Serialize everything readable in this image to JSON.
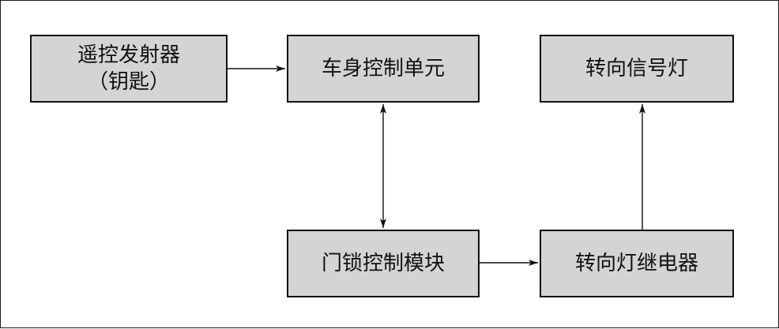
{
  "diagram": {
    "nodes": {
      "remote": {
        "line1": "遥控发射器",
        "line2": "（钥匙）"
      },
      "bcm": {
        "label": "车身控制单元"
      },
      "signal": {
        "label": "转向信号灯"
      },
      "doorlock": {
        "label": "门锁控制模块"
      },
      "relay": {
        "label": "转向灯继电器"
      }
    },
    "edges": [
      {
        "from": "remote",
        "to": "bcm",
        "direction": "forward"
      },
      {
        "from": "bcm",
        "to": "doorlock",
        "direction": "bidirectional"
      },
      {
        "from": "doorlock",
        "to": "relay",
        "direction": "forward"
      },
      {
        "from": "relay",
        "to": "signal",
        "direction": "forward"
      }
    ],
    "colors": {
      "box_fill": "#d4d4d4",
      "stroke": "#111111"
    }
  }
}
